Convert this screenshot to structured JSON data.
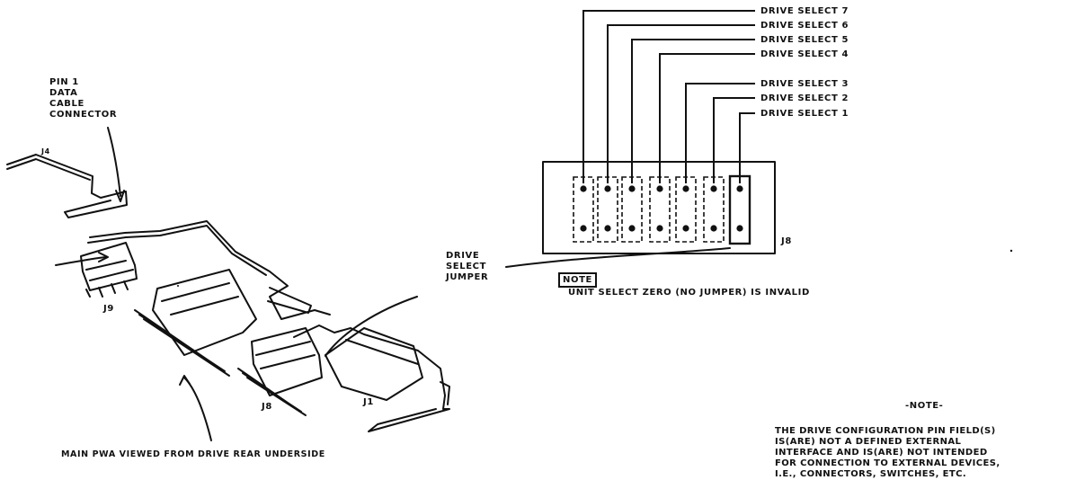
{
  "left": {
    "pin1_label": [
      "PIN 1",
      "DATA",
      "CABLE",
      "CONNECTOR"
    ],
    "j4": "J4",
    "j9": "J9",
    "j8": "J8",
    "j1": "J1",
    "caption": "MAIN PWA VIEWED FROM DRIVE REAR UNDERSIDE"
  },
  "middle": {
    "jumper_label": [
      "DRIVE",
      "SELECT",
      "JUMPER"
    ]
  },
  "jumper_block": {
    "drive_selects": [
      "DRIVE SELECT 7",
      "DRIVE SELECT 6",
      "DRIVE SELECT 5",
      "DRIVE SELECT 4",
      "DRIVE SELECT 3",
      "DRIVE SELECT 2",
      "DRIVE SELECT 1"
    ],
    "connector_label": "J8",
    "note_tag": "NOTE",
    "note_text": "UNIT SELECT ZERO (NO JUMPER) IS INVALID"
  },
  "footnote": {
    "title": "-NOTE-",
    "lines": [
      "THE DRIVE CONFIGURATION PIN FIELD(S)",
      "IS(ARE) NOT A DEFINED EXTERNAL",
      "INTERFACE AND IS(ARE) NOT INTENDED",
      "FOR CONNECTION TO EXTERNAL DEVICES,",
      "I.E., CONNECTORS, SWITCHES, ETC."
    ]
  }
}
